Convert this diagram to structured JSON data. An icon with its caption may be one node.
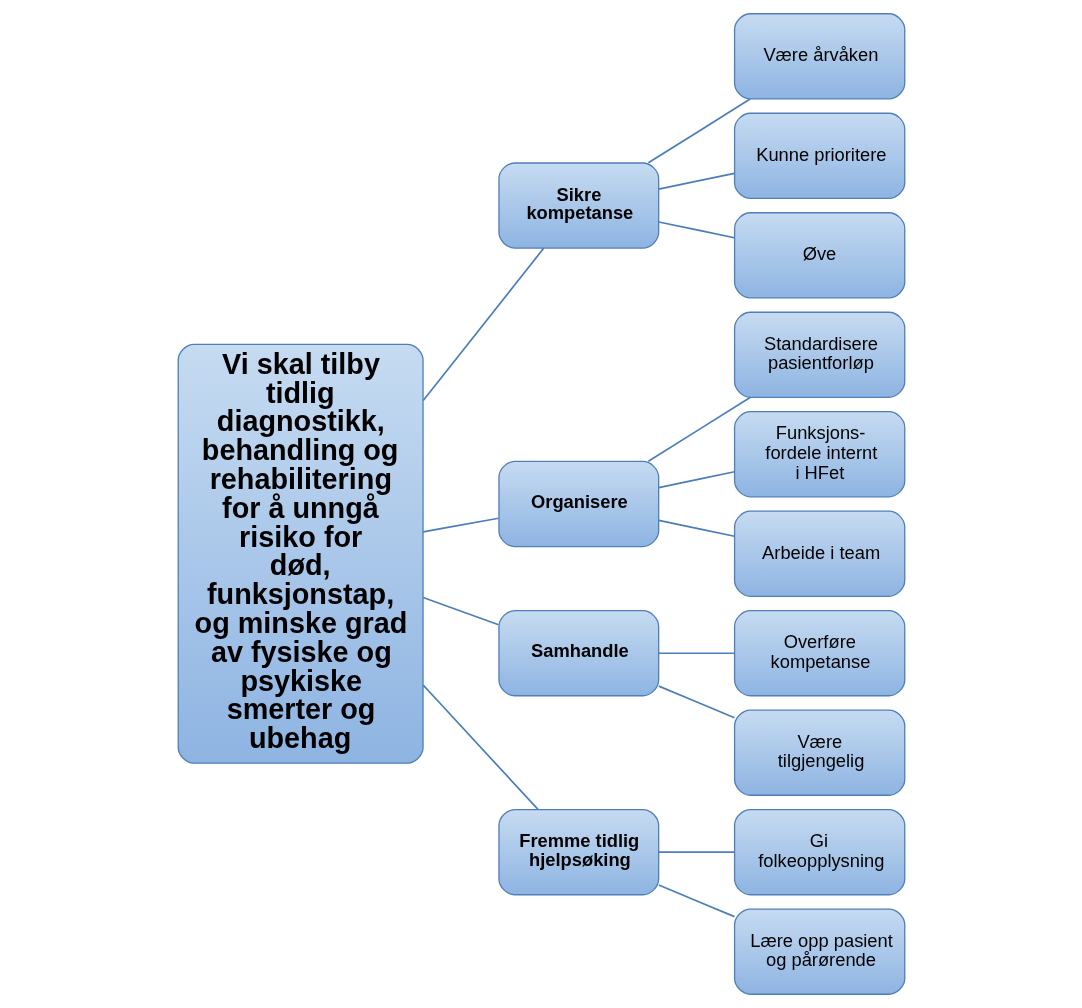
{
  "diagram": {
    "nodes": [
      {
        "text": [
          "Vi skal tilby tidlig diagnostikk, behandling og rehabilitering for å unngå risiko for død, funksjonstap, og minske grad av fysiske og psykiske smerter og ubehag"
        ]
      },
      {
        "text": [
          "Sikre kompetanse"
        ]
      },
      {
        "text": [
          "Være årvåken"
        ]
      },
      {
        "text": [
          "Kunne prioritere"
        ]
      },
      {
        "text": [
          "Øve"
        ]
      },
      {
        "text": [
          "Organisere"
        ]
      },
      {
        "text": [
          "Standardisere pasientforløp"
        ]
      },
      {
        "text": [
          "Funksjons- fordele internt i HFet"
        ]
      },
      {
        "text": [
          "Arbeide i team"
        ]
      },
      {
        "text": [
          "Samhandle"
        ]
      },
      {
        "text": [
          "Overføre kompetanse"
        ]
      },
      {
        "text": [
          "Være tilgjengelig"
        ]
      },
      {
        "text": [
          "Fremme tidlig hjelpsøking"
        ]
      },
      {
        "text": [
          "Gi folkeopplysning"
        ]
      },
      {
        "text": [
          "Lære opp pasient og pårørende"
        ]
      }
    ],
    "edges": [
      {
        "from": 0,
        "to": 1,
        "arrow": "none"
      },
      {
        "from": 0,
        "to": 5,
        "arrow": "none"
      },
      {
        "from": 0,
        "to": 9,
        "arrow": "none"
      },
      {
        "from": 0,
        "to": 12,
        "arrow": "none"
      },
      {
        "from": 1,
        "to": 2,
        "arrow": "none"
      },
      {
        "from": 1,
        "to": 3,
        "arrow": "none"
      },
      {
        "from": 1,
        "to": 4,
        "arrow": "none"
      },
      {
        "from": 5,
        "to": 6,
        "arrow": "none"
      },
      {
        "from": 5,
        "to": 7,
        "arrow": "none"
      },
      {
        "from": 5,
        "to": 8,
        "arrow": "none"
      },
      {
        "from": 9,
        "to": 10,
        "arrow": "none"
      },
      {
        "from": 9,
        "to": 11,
        "arrow": "none"
      },
      {
        "from": 12,
        "to": 13,
        "arrow": "none"
      },
      {
        "from": 12,
        "to": 14,
        "arrow": "none"
      }
    ]
  }
}
